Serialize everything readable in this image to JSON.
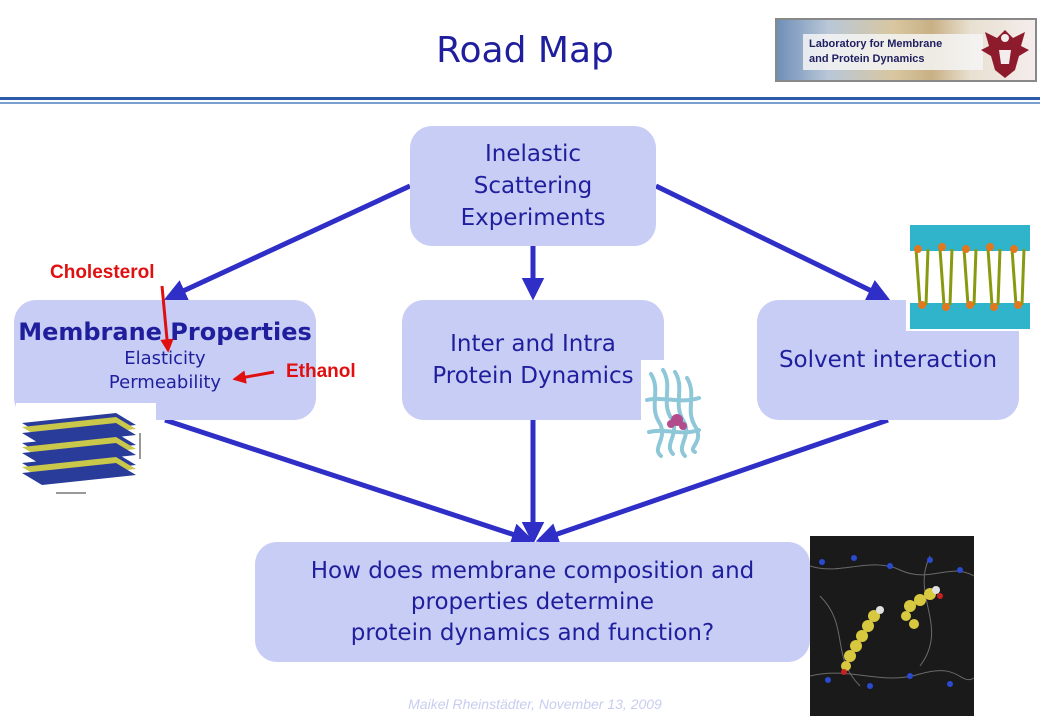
{
  "header": {
    "title": "Road Map",
    "logo_text": [
      "Laboratory for Membrane",
      "and Protein Dynamics"
    ]
  },
  "boxes": {
    "inelastic": [
      "Inelastic",
      "Scattering",
      "Experiments"
    ],
    "membrane": {
      "title": "Membrane Properties",
      "items": [
        "Elasticity",
        "Permeability"
      ]
    },
    "protein": [
      "Inter and Intra",
      "Protein Dynamics"
    ],
    "solvent": "Solvent interaction",
    "question": [
      "How does membrane composition and",
      "properties determine",
      "protein dynamics and function?"
    ]
  },
  "annotations": {
    "cholesterol": "Cholesterol",
    "ethanol": "Ethanol"
  },
  "footer": "Maikel Rheinstädter, November 13, 2009",
  "colors": {
    "title": "#1f1f9e",
    "box_fill": "#c8cdf5",
    "arrow": "#2f2fc8",
    "annotation": "#e01010"
  }
}
